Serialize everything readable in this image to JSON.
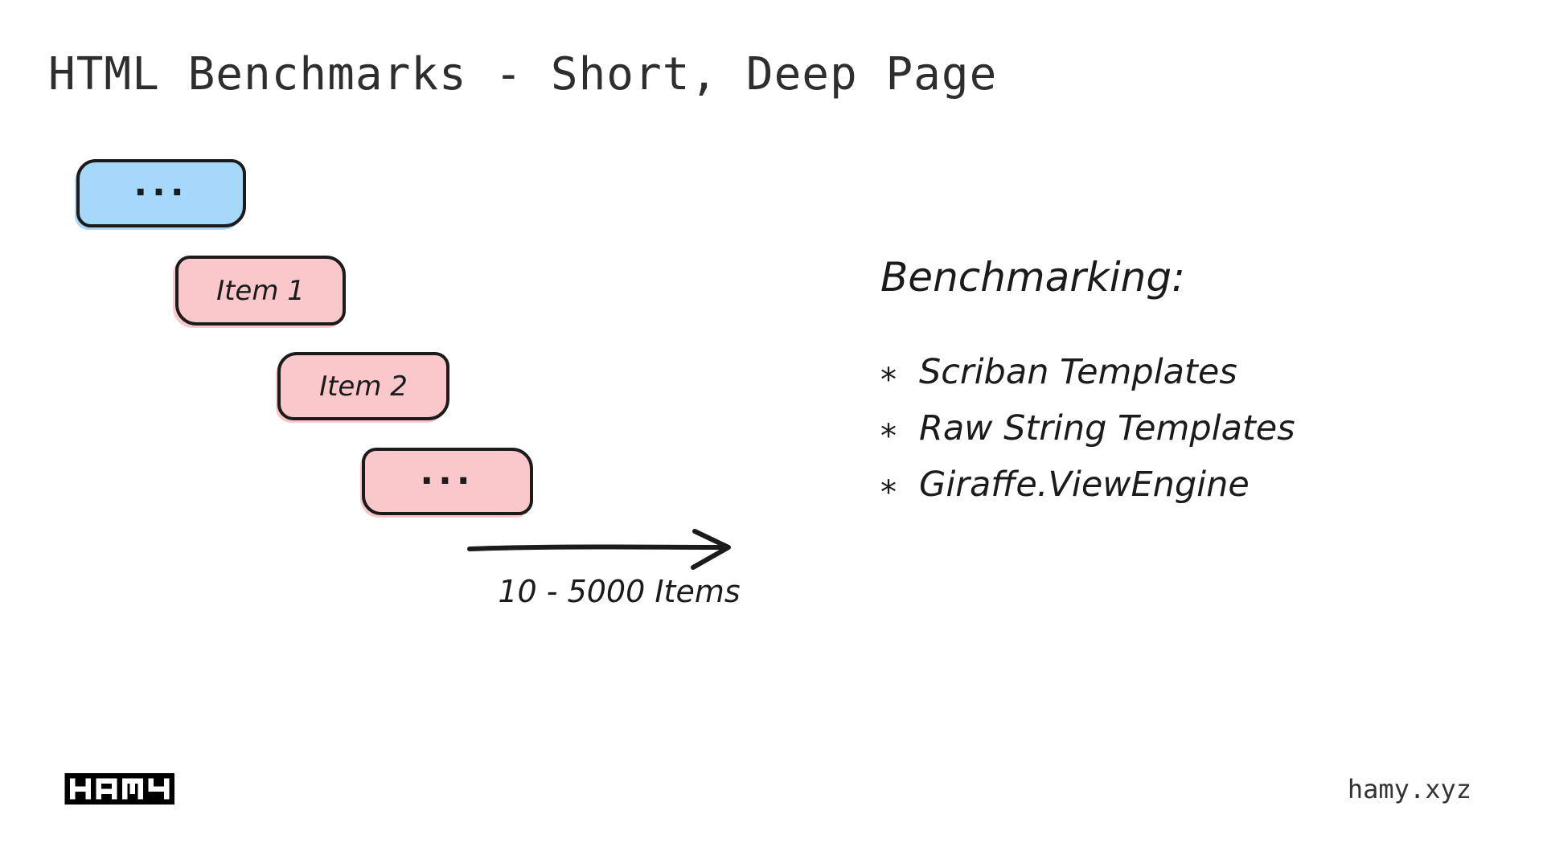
{
  "title": "HTML Benchmarks - Short, Deep Page",
  "diagram": {
    "boxes": [
      {
        "label": "...",
        "variant": "blue"
      },
      {
        "label": "Item 1",
        "variant": "pink"
      },
      {
        "label": "Item 2",
        "variant": "pink"
      },
      {
        "label": "...",
        "variant": "pink"
      }
    ],
    "arrow_label": "10 - 5000 Items"
  },
  "benchmarking": {
    "heading": "Benchmarking:",
    "bullet_glyph": "*",
    "items": [
      "Scriban Templates",
      "Raw String Templates",
      "Giraffe.ViewEngine"
    ]
  },
  "footer": {
    "logo_text": "HAMY",
    "site": "hamy.xyz"
  },
  "colors": {
    "box_blue": "#a5d8fa",
    "box_pink": "#fac8cb",
    "ink": "#1b1b1b",
    "title_text": "#2e2e2e"
  }
}
